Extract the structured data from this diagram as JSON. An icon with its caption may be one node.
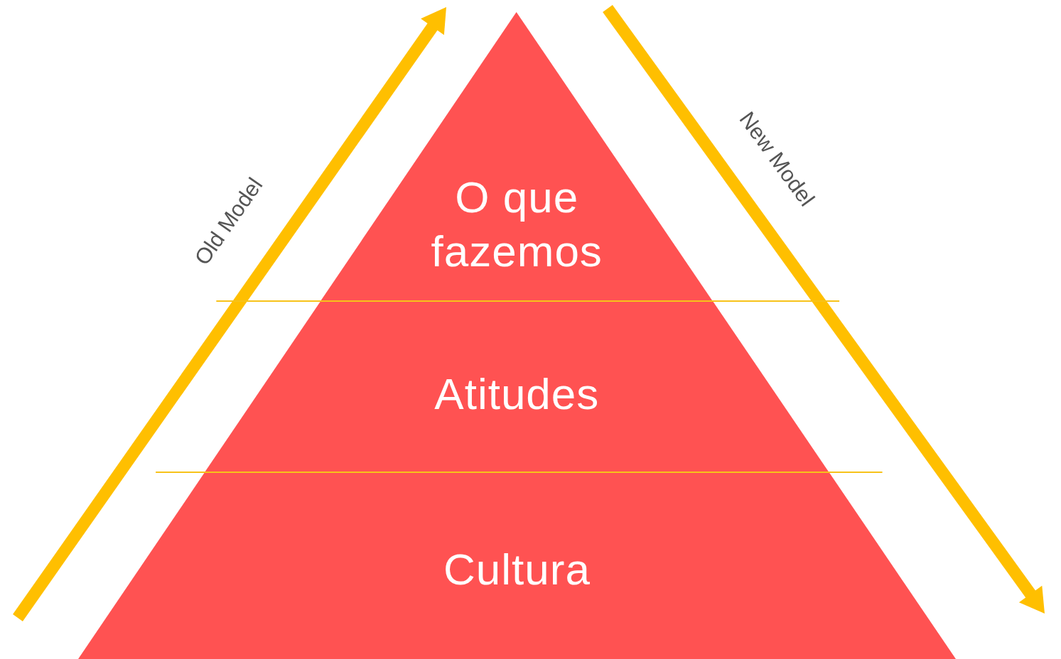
{
  "diagram": {
    "nodes": [
      {
        "text": [
          "O que fazemos"
        ]
      },
      {
        "text": [
          "Atitudes"
        ]
      },
      {
        "text": [
          "Cultura"
        ]
      }
    ],
    "labels": [
      "Old Model",
      "New Model"
    ]
  }
}
